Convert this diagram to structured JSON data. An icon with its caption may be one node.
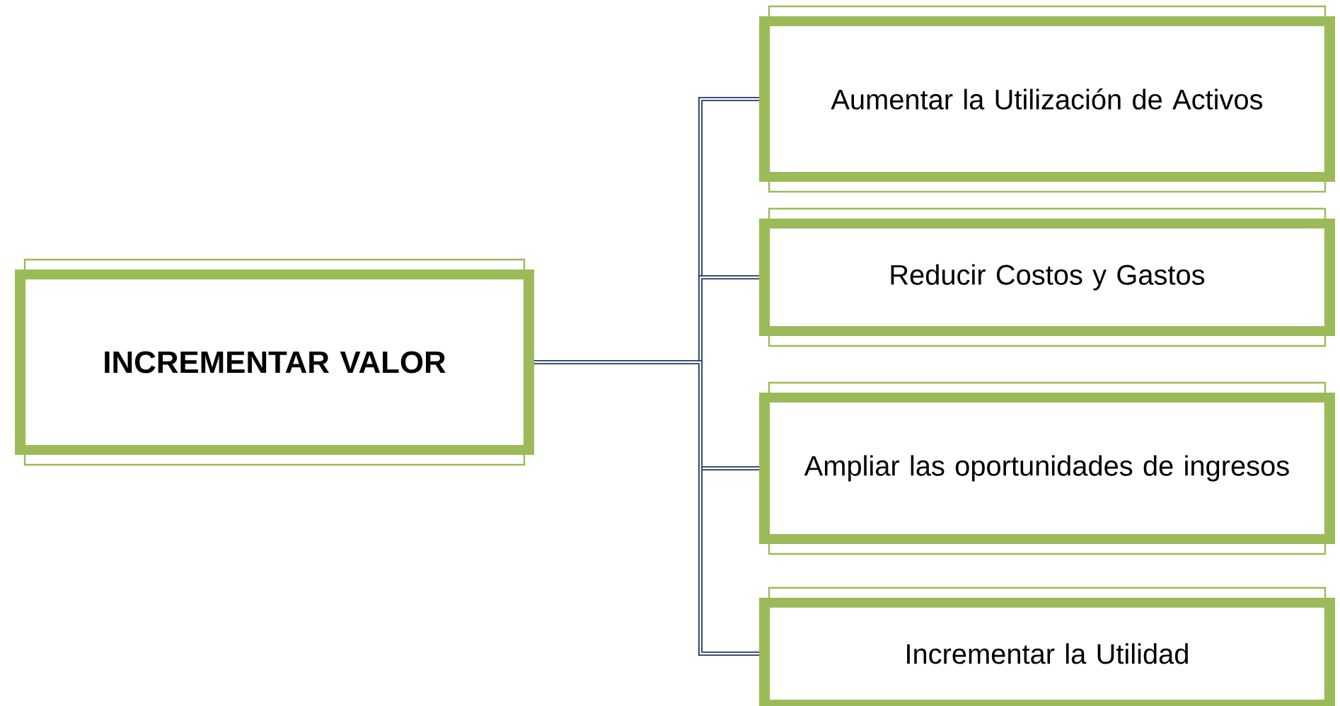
{
  "diagram": {
    "nodes": [
      {
        "text": [
          "**INCREMENTAR VALOR**"
        ]
      },
      {
        "text": [
          "Aumentar la Utilización de Activos"
        ]
      },
      {
        "text": [
          "Reducir Costos y Gastos"
        ]
      },
      {
        "text": [
          "Ampliar las oportunidades de ingresos"
        ]
      },
      {
        "text": [
          "Incrementar la Utilidad"
        ]
      }
    ],
    "edges": [
      {
        "from": 0,
        "to": 1,
        "arrow": "none"
      },
      {
        "from": 0,
        "to": 2,
        "arrow": "none"
      },
      {
        "from": 0,
        "to": 3,
        "arrow": "none"
      },
      {
        "from": 0,
        "to": 4,
        "arrow": "none"
      }
    ]
  }
}
